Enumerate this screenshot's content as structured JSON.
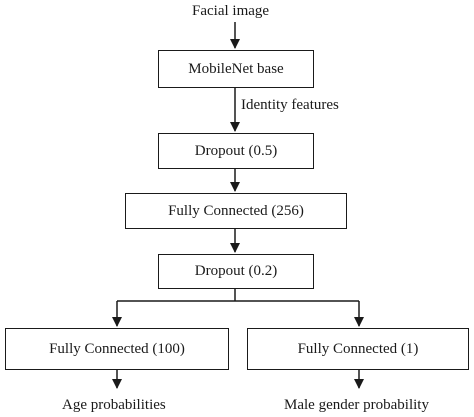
{
  "diagram": {
    "input_label": "Facial image",
    "edge_label": "Identity features",
    "nodes": {
      "base": "MobileNet base",
      "dropout1": "Dropout (0.5)",
      "fc256": "Fully Connected (256)",
      "dropout2": "Dropout (0.2)",
      "fc100": "Fully Connected (100)",
      "fc1": "Fully Connected (1)"
    },
    "outputs": {
      "age": "Age probabilities",
      "gender": "Male gender probability"
    },
    "line_color": "#1a1a1a"
  }
}
